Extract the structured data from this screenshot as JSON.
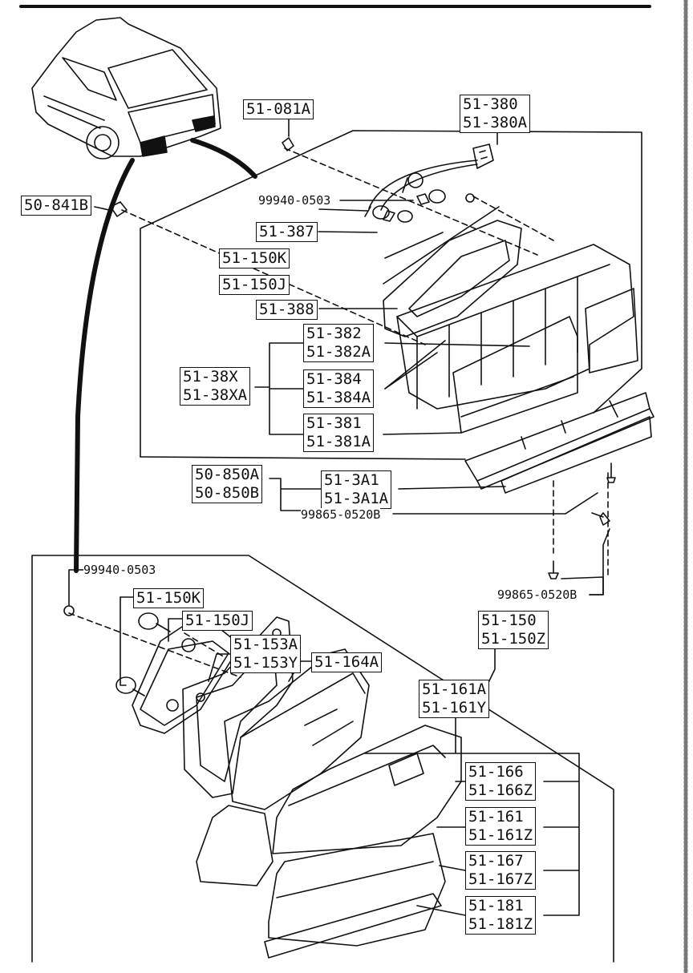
{
  "parts": {
    "p51_081A": "51-081A",
    "p51_380": [
      "51-380",
      "51-380A"
    ],
    "p99940_top": "99940-0503",
    "p50_841B": "50-841B",
    "p51_387": "51-387",
    "p51_150K_top": "51-150K",
    "p51_150J_top": "51-150J",
    "p51_388": "51-388",
    "p51_382": [
      "51-382",
      "51-382A"
    ],
    "p51_38X": [
      "51-38X",
      "51-38XA"
    ],
    "p51_384": [
      "51-384",
      "51-384A"
    ],
    "p51_381": [
      "51-381",
      "51-381A"
    ],
    "p50_850": [
      "50-850A",
      "50-850B"
    ],
    "p51_3A1": [
      "51-3A1",
      "51-3A1A"
    ],
    "p99865_mid": "99865-0520B",
    "p99865_right": "99865-0520B",
    "p99940_bottom": "99940-0503",
    "p51_150K_bottom": "51-150K",
    "p51_150J_bottom": "51-150J",
    "p51_150": [
      "51-150",
      "51-150Z"
    ],
    "p51_153": [
      "51-153A",
      "51-153Y"
    ],
    "p51_164A": "51-164A",
    "p51_161A": [
      "51-161A",
      "51-161Y"
    ],
    "p51_166": [
      "51-166",
      "51-166Z"
    ],
    "p51_161": [
      "51-161",
      "51-161Z"
    ],
    "p51_167": [
      "51-167",
      "51-167Z"
    ],
    "p51_181": [
      "51-181",
      "51-181Z"
    ]
  }
}
